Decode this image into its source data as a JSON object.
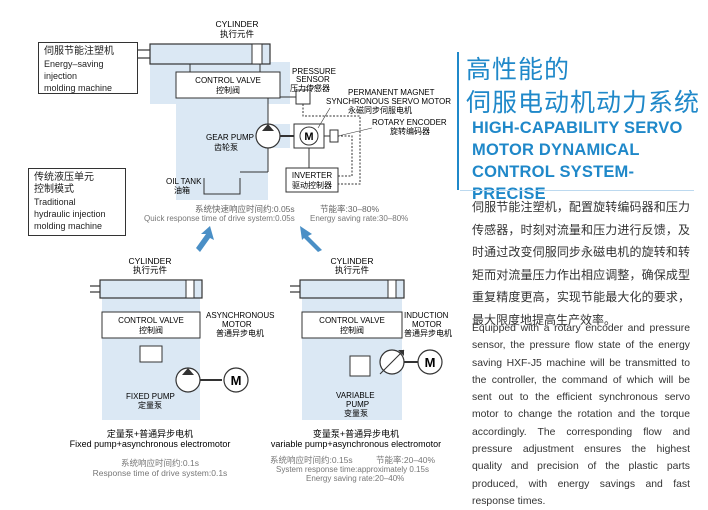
{
  "colors": {
    "accent": "#1f88c9",
    "diagram_fill": "#dbe8f4",
    "arrow": "#4a8fc6",
    "line": "#333333",
    "gray_text": "#777777"
  },
  "left_labels": {
    "servo_box": {
      "cn": "伺服节能注塑机",
      "en1": "Energy–saving",
      "en2": "injection",
      "en3": "molding machine"
    },
    "hydraulic_box": {
      "cn1": "传统液压单元",
      "cn2": "控制模式",
      "en1": "Traditional",
      "en2": "hydraulic injection",
      "en3": "molding machine"
    }
  },
  "top_diagram": {
    "cylinder_en": "CYLINDER",
    "cylinder_cn": "执行元件",
    "control_valve_en": "CONTROL VALVE",
    "control_valve_cn": "控制阀",
    "pressure_sensor_en1": "PRESSURE",
    "pressure_sensor_en2": "SENSOR",
    "pressure_sensor_cn": "压力传感器",
    "pm_motor_en1": "PERMANENT MAGNET",
    "pm_motor_en2": "SYNCHRONOUS SERVO MOTOR",
    "pm_motor_cn": "永磁同步伺服电机",
    "encoder_en": "ROTARY ENCODER",
    "encoder_cn": "旋转编码器",
    "gear_pump_en": "GEAR PUMP",
    "gear_pump_cn": "齿轮泵",
    "motor_letter": "M",
    "oil_tank_en": "OIL TANK",
    "oil_tank_cn": "油箱",
    "inverter_en": "INVERTER",
    "inverter_cn": "驱动控制器",
    "response_cn": "系统快速响应时间约:0.05s",
    "saving_cn": "节能率:30–80%",
    "response_en": "Quick response time of drive system:0.05s",
    "saving_en": "Energy saving rate:30–80%"
  },
  "left_diagram": {
    "cylinder_en": "CYLINDER",
    "cylinder_cn": "执行元件",
    "control_valve_en": "CONTROL VALVE",
    "control_valve_cn": "控制阀",
    "motor_en1": "ASYNCHRONOUS",
    "motor_en2": "MOTOR",
    "motor_cn": "普通异步电机",
    "pump_en": "FIXED PUMP",
    "pump_cn": "定量泵",
    "motor_letter": "M",
    "caption_cn": "定量泵+普通异步电机",
    "caption_en": "Fixed pump+asynchronous electromotor",
    "response_cn": "系统响应时间约:0.1s",
    "response_en": "Response time of drive system:0.1s"
  },
  "right_diagram": {
    "cylinder_en": "CYLINDER",
    "cylinder_cn": "执行元件",
    "control_valve_en": "CONTROL VALVE",
    "control_valve_cn": "控制阀",
    "motor_en1": "INDUCTION",
    "motor_en2": "MOTOR",
    "motor_cn": "普通异步电机",
    "pump_en1": "VARIABLE",
    "pump_en2": "PUMP",
    "pump_cn": "变量泵",
    "motor_letter": "M",
    "caption_cn": "变量泵+普通异步电机",
    "caption_en": "variable pump+asynchronous electromotor",
    "response_cn": "系统响应时间约:0.15s",
    "saving_cn": "节能率:20–40%",
    "response_en": "System response time:approximately 0.15s",
    "saving_en": "Energy saving rate:20–40%"
  },
  "heading": {
    "cn_line1": "高性能的",
    "cn_line2": "伺服电动机动力系统",
    "en_line1": "HIGH-CAPABILITY SERVO",
    "en_line2": "MOTOR DYNAMICAL",
    "en_line3": "CONTROL SYSTEM-PRECISE"
  },
  "description": {
    "cn": "伺服节能注塑机，配置旋转编码器和压力传感器，时刻对流量和压力进行反馈，及时通过改变伺服同步永磁电机的旋转和转矩而对流量压力作出相应调整，确保成型重复精度更高，实现节能最大化的要求，最大限度地提高生产效率。",
    "en": "Equipped with a rotary encoder and pressure sensor, the pressure flow state of the energy saving HXF-J5 machine will be transmitted to the controller, the command of which will be sent out to the efficient synchronous servo motor to change the rotation and the torque accordingly. The corresponding flow and pressure adjustment ensures the highest quality and precision of the plastic parts produced, with energy savings and fast response times."
  }
}
